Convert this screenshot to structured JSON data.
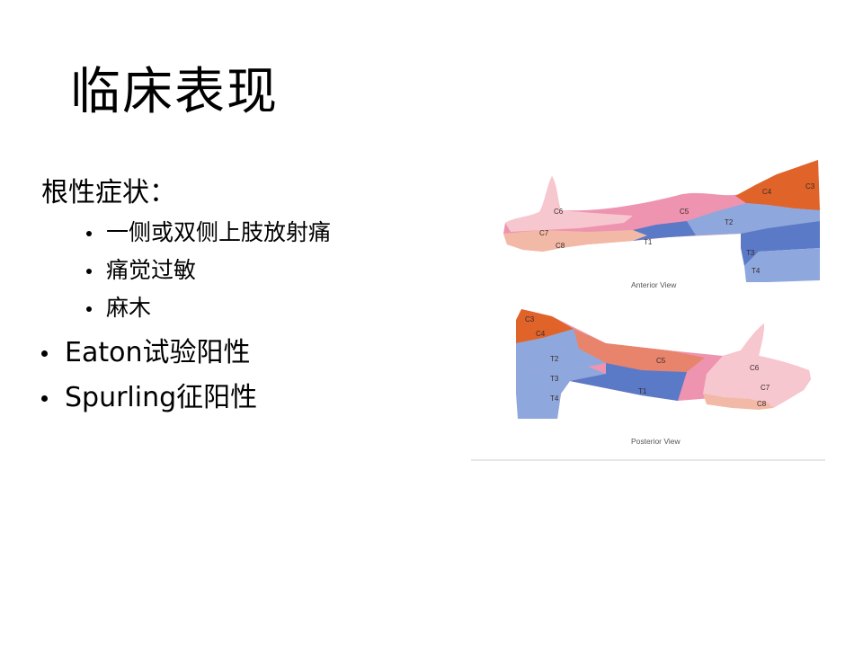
{
  "slide": {
    "title": "临床表现",
    "heading": "根性症状：",
    "sub_items": [
      "一侧或双侧上肢放射痛",
      "痛觉过敏",
      "麻木"
    ],
    "main_items": [
      "Eaton试验阳性",
      "Spurling征阳性"
    ]
  },
  "diagram": {
    "anterior": {
      "view_label": "Anterior View",
      "labels": [
        "C6",
        "C7",
        "C8",
        "T1",
        "C5",
        "T2",
        "T3",
        "T4",
        "C4",
        "C3"
      ]
    },
    "posterior": {
      "view_label": "Posterior View",
      "labels": [
        "C3",
        "C4",
        "T2",
        "T3",
        "T4",
        "T1",
        "C5",
        "C6",
        "C7",
        "C8"
      ]
    },
    "colors": {
      "orange": "#e0632a",
      "salmon": "#e8846c",
      "pink": "#ee94b0",
      "light_pink": "#f7c7cf",
      "blue": "#5a79c7",
      "light_blue": "#8ea8dd",
      "peach": "#f3b9a7"
    }
  }
}
